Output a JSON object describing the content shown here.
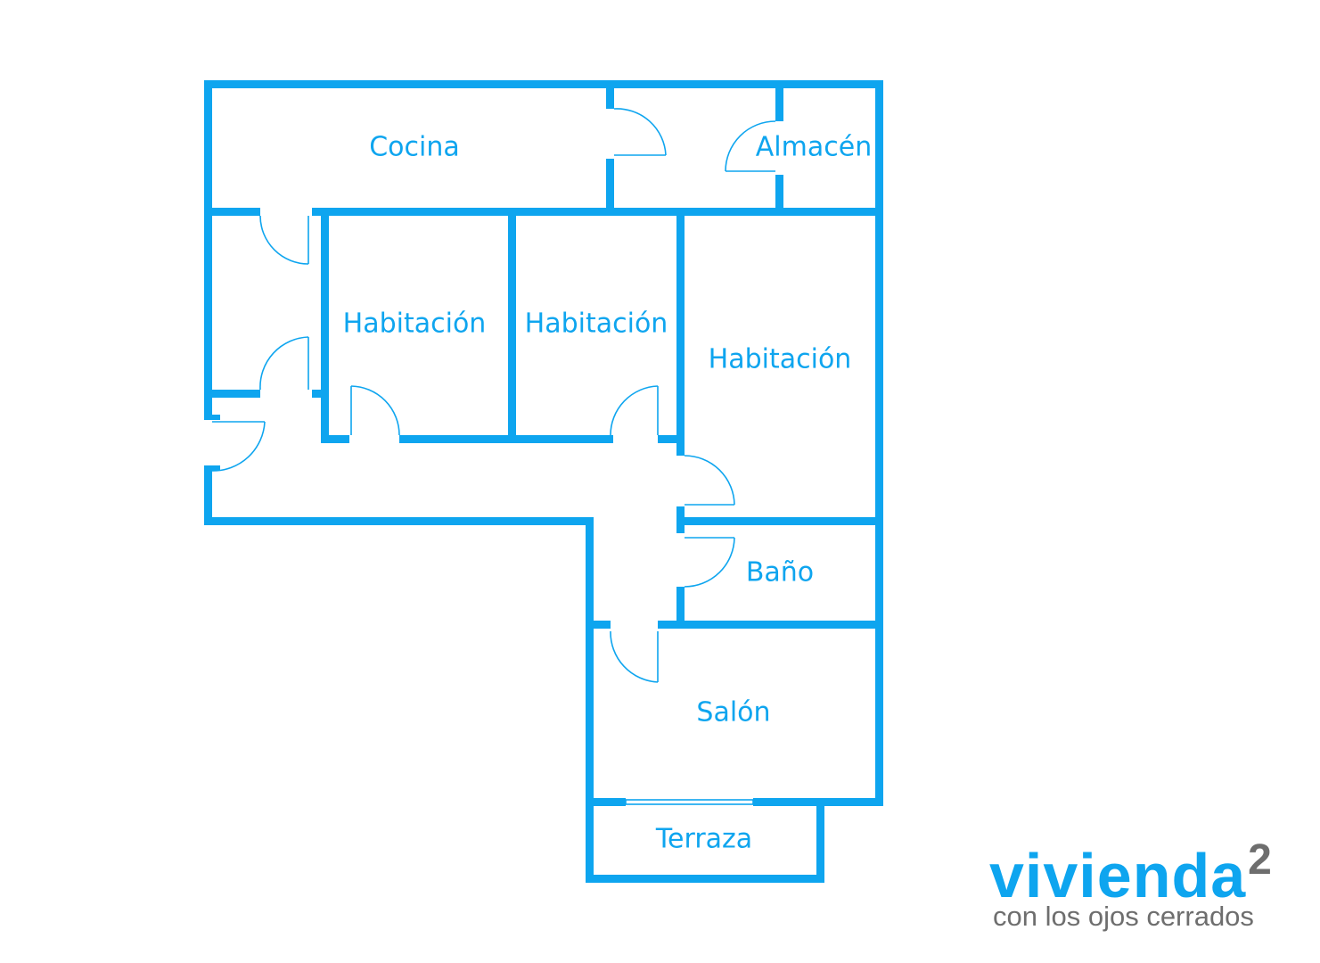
{
  "rooms": {
    "cocina": "Cocina",
    "almacen": "Almacén",
    "habitacion_1": "Habitación",
    "habitacion_2": "Habitación",
    "habitacion_3": "Habitación",
    "bano": "Baño",
    "salon": "Salón",
    "terraza": "Terraza"
  },
  "brand": {
    "name": "vivienda",
    "superscript": "2",
    "tagline": "con los ojos cerrados"
  },
  "colors": {
    "wall": "#0ea5ef",
    "label": "#0ea5ef",
    "brand_primary": "#0ea5ef",
    "brand_secondary": "#6e6e6e"
  }
}
